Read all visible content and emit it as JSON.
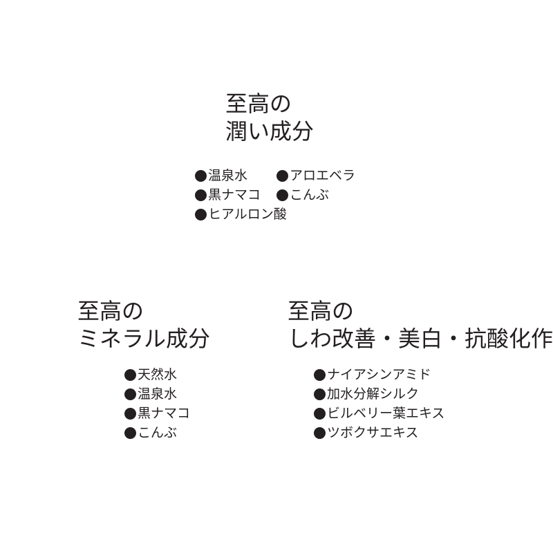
{
  "moisture": {
    "title_line1": "至高の",
    "title_line2": "潤い成分",
    "items": [
      "温泉水",
      "アロエベラ",
      "黒ナマコ",
      "こんぶ",
      "ヒアルロン酸"
    ]
  },
  "mineral": {
    "title_line1": "至高の",
    "title_line2": "ミネラル成分",
    "items": [
      "天然水",
      "温泉水",
      "黒ナマコ",
      "こんぶ"
    ]
  },
  "antiaging": {
    "title_line1": "至高の",
    "title_line2": "しわ改善・美白・抗酸化作用",
    "items": [
      "ナイアシンアミド",
      "加水分解シルク",
      "ビルベリー葉エキス",
      "ツボクサエキス"
    ]
  }
}
